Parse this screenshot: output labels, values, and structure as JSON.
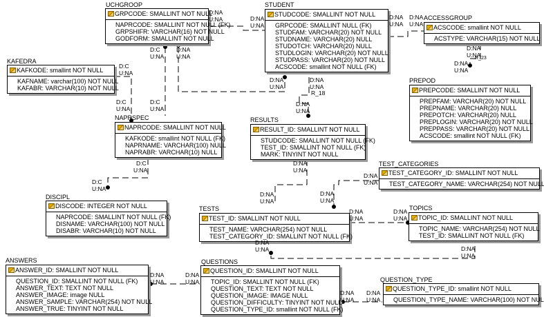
{
  "entities": {
    "uchgroop": {
      "name": "UCHGROOP",
      "pk": "GRPCODE: SMALLINT NOT NULL",
      "attrs": [
        "NAPRCODE: SMALLINT NOT NULL (FK)",
        "GRPSHIFR: VARCHAR(16) NOT NULL",
        "GODFORM: SMALLINT NOT NULL"
      ]
    },
    "student": {
      "name": "STUDENT",
      "pk": "STUDCODE: SMALLINT NOT NULL",
      "attrs": [
        "GRPCODE: SMALLINT NULL (FK)",
        "STUDFAM: VARCHAR(20) NOT NULL",
        "STUDNAME: VARCHAR(20) NULL",
        "STUDOTCH: VARCHAR(20) NULL",
        "STUDLOGIN: VARCHAR(20) NOT NULL",
        "STUDPASS: VARCHAR(20) NOT NULL",
        "ACSCODE: smallint NOT NULL (FK)"
      ]
    },
    "accessgroup": {
      "name": "ACCESSGROUP",
      "pk": "ACSCODE: smallint NOT NULL",
      "attrs": [
        "ACSTYPE: VARCHAR(15) NOT NULL"
      ]
    },
    "prepod": {
      "name": "PREPOD",
      "pk": "PREPCODE: SMALLINT NOT NULL",
      "attrs": [
        "PREPFAM: VARCHAR(20) NOT NULL",
        "PREPNAME: VARCHAR(20) NULL",
        "PREPOTCH: VARCHAR(20) NULL",
        "PREPLOGIN: VARCHAR(20) NOT NULL",
        "PREPPASS: VARCHAR(20) NOT NULL",
        "ACSCODE: smallint NOT NULL (FK)"
      ]
    },
    "kafedra": {
      "name": "KAFEDRA",
      "pk": "KAFKODE: smallint NOT NULL",
      "attrs": [
        "KAFNAME: varchar(100) NOT NULL",
        "KAFABR: VARCHAR(10) NOT NULL"
      ]
    },
    "naprspec": {
      "name": "NAPRSPEC",
      "pk": "NAPRCODE: SMALLINT NOT NULL",
      "attrs": [
        "KAFKODE: smallint NOT NULL (FK)",
        "NAPRNAME: VARCHAR(100) NULL",
        "NAPRABR: VARCHAR(10) NULL"
      ]
    },
    "results": {
      "name": "RESULTS",
      "pk": "RESULT_ID: SMALLINT NOT NULL",
      "attrs": [
        "STUDCODE: SMALLINT NOT NULL (FK)",
        "TEST_ID: SMALLINT NOT NULL (FK)",
        "MARK: TINYINT NOT NULL"
      ]
    },
    "discipl": {
      "name": "DISCIPL",
      "pk": "DISCODE: INTEGER NOT NULL",
      "attrs": [
        "NAPRCODE: SMALLINT NOT NULL (FK)",
        "DISNAME: VARCHAR(100) NOT NULL",
        "DISABR: VARCHAR(10) NOT NULL"
      ]
    },
    "test_categories": {
      "name": "TEST_CATEGORIES",
      "pk": "TEST_CATEGORY_ID: SMALLINT NOT NULL",
      "attrs": [
        "TEST_CATEGORY_NAME: VARCHAR(254) NOT NULL"
      ]
    },
    "tests": {
      "name": "TESTS",
      "pk": "TEST_ID: SMALLINT NOT NULL",
      "attrs": [
        "TEST_NAME: VARCHAR(254) NOT NULL",
        "TEST_CATEGORY_ID: SMALLINT NOT NULL (FK)"
      ]
    },
    "topics": {
      "name": "TOPICS",
      "pk": "TOPIC_ID: SMALLINT NOT NULL",
      "attrs": [
        "TOPIC_NAME: VARCHAR(254) NOT NULL",
        "TEST_ID: SMALLINT NOT NULL (FK)"
      ]
    },
    "answers": {
      "name": "ANSWERS",
      "pk": "ANSWER_ID: SMALLINT NOT NULL",
      "attrs": [
        "QUESTION_ID: SMALLINT NOT NULL (FK)",
        "ANSWER_TEXT: TEXT NOT NULL",
        "ANSWER_IMAGE: image NULL",
        "ANSWER_SAMPLE: VARCHAR(254) NOT NULL",
        "ANSWER_TRUE: TINYINT NOT NULL"
      ]
    },
    "questions": {
      "name": "QUESTIONS",
      "pk": "QUESTION_ID: SMALLINT NOT NULL",
      "attrs": [
        "TOPIC_ID: SMALLINT NOT NULL (FK)",
        "QUESTION_TEXT: TEXT NOT NULL",
        "QUESTION_IMAGE: IMAGE NULL",
        "QUESTION_DIFFICULTY: TINYINT NOT NULL",
        "QUESTION_TYPE_ID: smallint NOT NULL (FK)"
      ]
    },
    "question_type": {
      "name": "QUESTION_TYPE",
      "pk": "QUESTION_TYPE_ID: smallint NOT NULL",
      "attrs": [
        "QUESTION_TYPE_NAME: VARCHAR(100) NOT NULL"
      ]
    }
  },
  "labels": {
    "dna": "D:NA",
    "una": "U:NA",
    "dc": "D:C",
    "r18": "R_18",
    "r23": "R_23"
  },
  "icons": {
    "primary_key": "key-icon",
    "fk_end": "filled-dot",
    "optional_end": "hollow-diamond"
  }
}
